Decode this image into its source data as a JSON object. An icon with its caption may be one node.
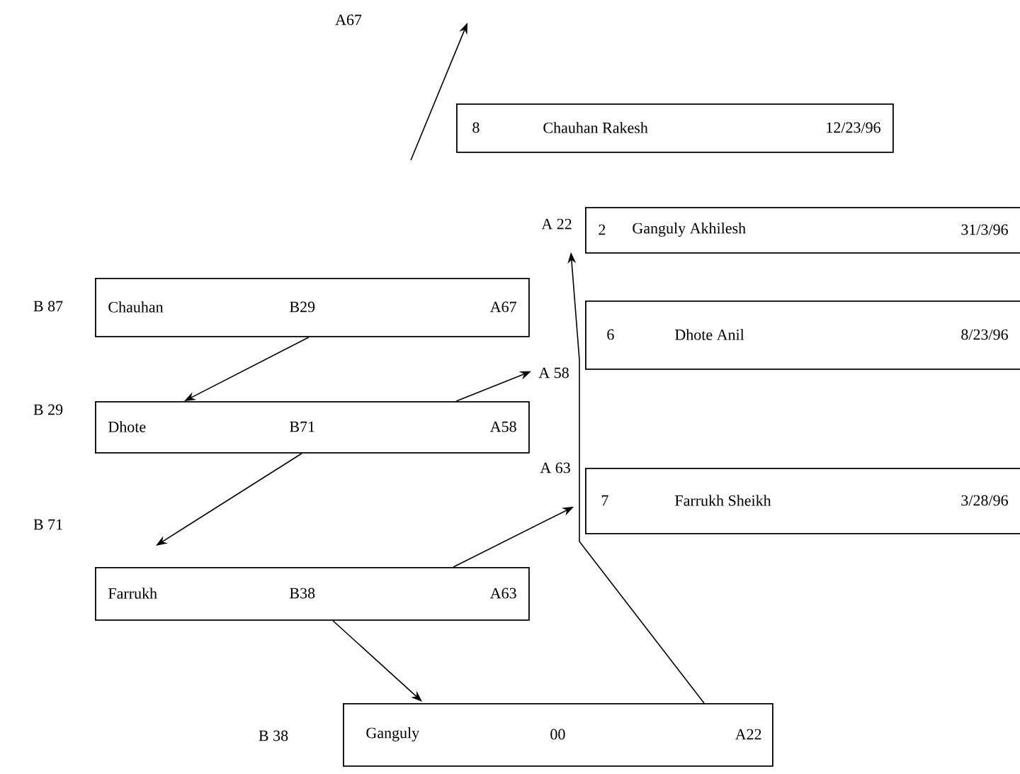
{
  "diagram": {
    "nodes": [
      {
        "text": [
          "8",
          "Chauhan Rakesh",
          "12/23/96"
        ]
      },
      {
        "text": [
          "2",
          "Ganguly Akhilesh",
          "31/3/96"
        ],
        "beside": [
          "A 22"
        ]
      },
      {
        "text": [
          "Chauhan",
          "B29",
          "A67"
        ],
        "beside": [
          "B 87"
        ]
      },
      {
        "text": [
          "6",
          "Dhote Anil",
          "8/23/96"
        ],
        "beside": [
          "A 58"
        ]
      },
      {
        "text": [
          "Dhote",
          "B71",
          "A58"
        ],
        "beside": [
          "B 29"
        ]
      },
      {
        "text": [
          "7",
          "Farrukh Sheikh",
          "3/28/96"
        ],
        "beside": [
          "A 63"
        ]
      },
      {
        "text": [
          "Farrukh",
          "B38",
          "A63"
        ],
        "beside": [
          "B 71"
        ]
      },
      {
        "text": [
          "Ganguly",
          "00",
          "A22"
        ],
        "beside": [
          "B 38"
        ]
      }
    ],
    "edges": [
      {
        "from": 2,
        "to": 4,
        "arrow": "to"
      },
      {
        "from": 4,
        "to": 3,
        "arrow": "to"
      },
      {
        "from": 4,
        "to": 6,
        "arrow": "to"
      },
      {
        "from": 6,
        "to": 5,
        "arrow": "to"
      },
      {
        "from": 6,
        "to": 7,
        "arrow": "to"
      },
      {
        "from": 7,
        "to": 1,
        "arrow": "to"
      }
    ],
    "labels": [
      "A67"
    ]
  }
}
